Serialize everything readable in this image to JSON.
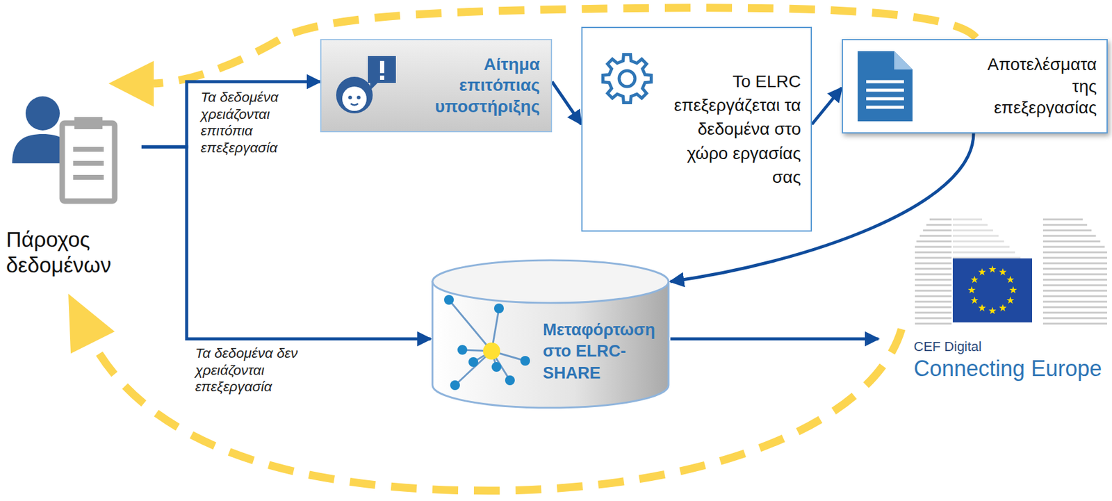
{
  "diagram": {
    "nodes": [
      {
        "text": [
          "Πάροχος δεδομένων"
        ]
      },
      {
        "text": [
          "Αίτημα επιτόπιας υποστήριξης"
        ]
      },
      {
        "text": [
          "Το ELRC επεξεργάζεται τα δεδομένα στο χώρο εργασίας σας"
        ]
      },
      {
        "text": [
          "Αποτελέσματα της επεξεργασίας"
        ]
      },
      {
        "text": [
          "Μεταφόρτωση στο ELRC-SHARE"
        ]
      },
      {
        "text": [
          "CEF Digital",
          "Connecting Europe"
        ]
      }
    ],
    "edges": [
      {
        "from": 0,
        "to": 1,
        "arrow": "to",
        "label": "Τα δεδομένα χρειάζονται επιτόπια επεξεργασία"
      },
      {
        "from": 0,
        "to": 4,
        "arrow": "to",
        "label": "Τα δεδομένα δεν χρειάζονται επεξεργασία"
      },
      {
        "from": 1,
        "to": 2,
        "arrow": "to"
      },
      {
        "from": 2,
        "to": 3,
        "arrow": "to"
      },
      {
        "from": 3,
        "to": 4,
        "arrow": "to"
      },
      {
        "from": 4,
        "to": 5,
        "arrow": "to"
      }
    ]
  }
}
